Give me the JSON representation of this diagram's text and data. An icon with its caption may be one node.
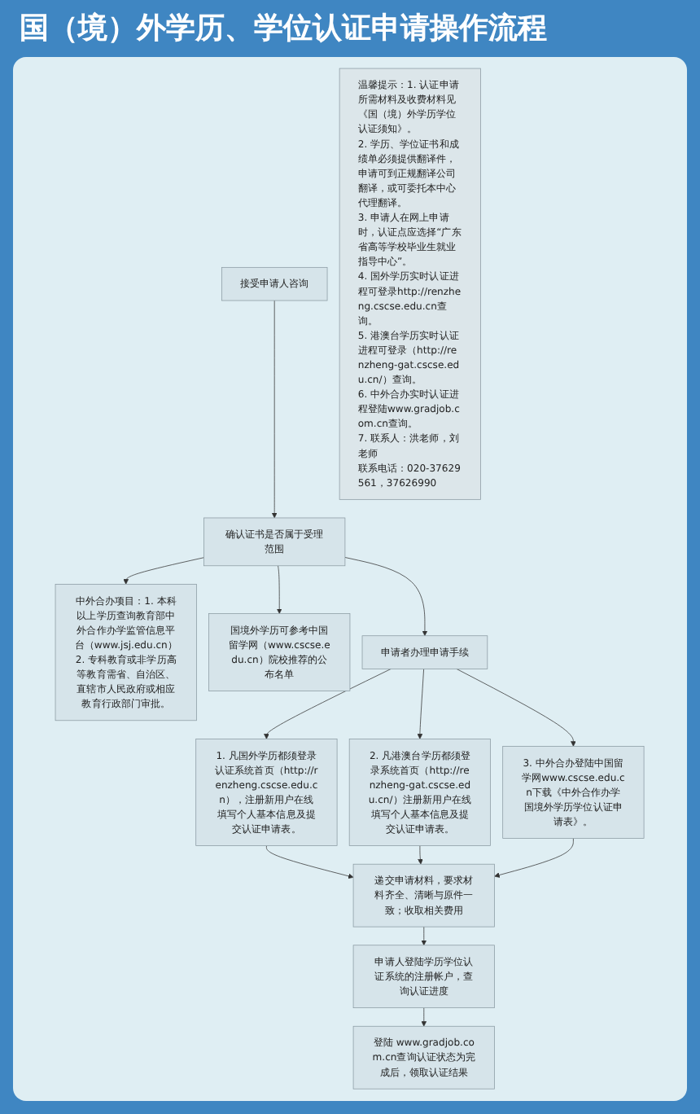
{
  "diagram": {
    "title": "国（境）外学历、学位认证申请操作流程",
    "nodes": [
      {
        "text": [
          "接受申请人咨询"
        ]
      },
      {
        "text": [
          "确认证书是否属于受理范围"
        ]
      },
      {
        "text": [
          "中外合办项目：1. 本科以上学历查询教育部中外合作办学监管信息平台（www.jsj.edu.cn）2. 专科教育或非学历高等教育需省、自治区、直辖市人民政府或相应教育行政部门审批。"
        ]
      },
      {
        "text": [
          "国境外学历可参考中国留学网（www.cscse.edu.cn）院校推荐的公布名单"
        ]
      },
      {
        "text": [
          "申请者办理申请手续"
        ]
      },
      {
        "text": [
          "1. 凡国外学历都须登录认证系统首页（http://renzheng.cscse.edu.cn），注册新用户在线填写个人基本信息及提交认证申请表。"
        ]
      },
      {
        "text": [
          "2. 凡港澳台学历都须登录系统首页（http://renzheng-gat.cscse.edu.cn/）注册新用户在线填写个人基本信息及提交认证申请表。"
        ]
      },
      {
        "text": [
          "3. 中外合办登陆中国留学网www.cscse.edu.cn下载《中外合作办学国境外学历学位认证申请表》。"
        ]
      },
      {
        "text": [
          "递交申请材料，要求材料齐全、清晰与原件一致；收取相关费用"
        ]
      },
      {
        "text": [
          "申请人登陆学历学位认证系统的注册帐户，查询认证进度"
        ]
      },
      {
        "text": [
          "登陆 www.gradjob.com.cn查询认证状态为完成后，领取认证结果"
        ]
      },
      {
        "text": [
          "温馨提示：1. 认证申请所需材料及收费材料见《国（境）外学历学位认证须知》。",
          "2. 学历、学位证书和成绩单必须提供翻译件，申请可到正规翻译公司翻译，或可委托本中心代理翻译。",
          "3. 申请人在网上申请时，认证点应选择“广东省高等学校毕业生就业指导中心”。",
          "4. 国外学历实时认证进程可登录http://renzheng.cscse.edu.cn查询。",
          "5. 港澳台学历实时认证进程可登录（http://renzheng-gat.cscse.edu.cn/）查询。",
          "6. 中外合办实时认证进程登陆www.gradjob.com.cn查询。",
          "7. 联系人：洪老师，刘老师",
          "联系电话：020-37629561，37626990"
        ]
      }
    ],
    "edges": [
      {
        "from": 0,
        "to": 1,
        "arrow": "to"
      },
      {
        "from": 1,
        "to": 2,
        "arrow": "to"
      },
      {
        "from": 1,
        "to": 3,
        "arrow": "to"
      },
      {
        "from": 1,
        "to": 4,
        "arrow": "to"
      },
      {
        "from": 4,
        "to": 5,
        "arrow": "to"
      },
      {
        "from": 4,
        "to": 6,
        "arrow": "to"
      },
      {
        "from": 4,
        "to": 7,
        "arrow": "to"
      },
      {
        "from": 5,
        "to": 8,
        "arrow": "to"
      },
      {
        "from": 6,
        "to": 8,
        "arrow": "to"
      },
      {
        "from": 7,
        "to": 8,
        "arrow": "to"
      },
      {
        "from": 8,
        "to": 9,
        "arrow": "to"
      },
      {
        "from": 9,
        "to": 10,
        "arrow": "to"
      }
    ]
  }
}
